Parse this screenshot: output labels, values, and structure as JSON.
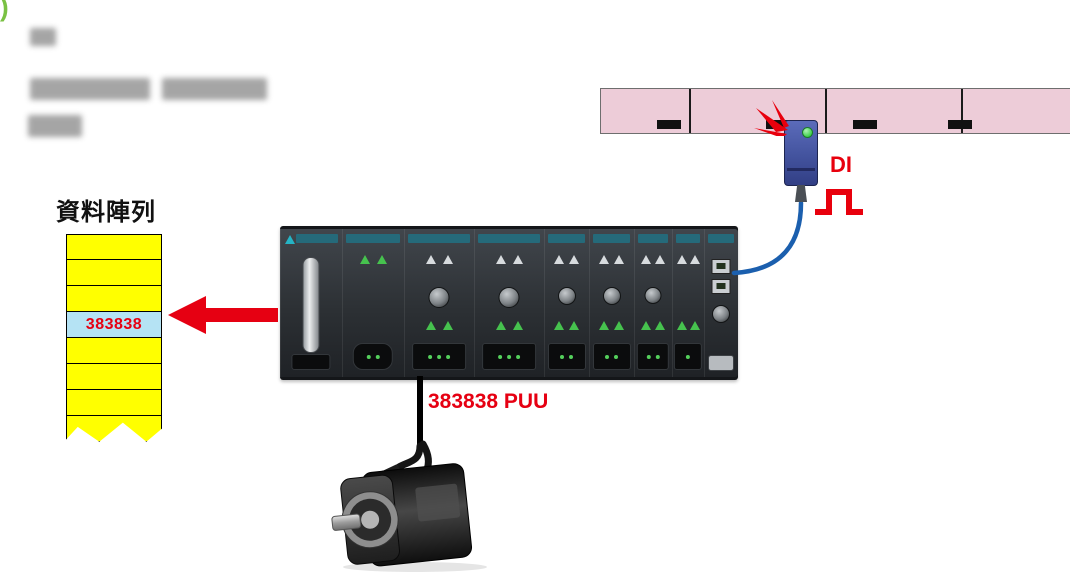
{
  "heading": {
    "green_mark": ")"
  },
  "diagram": {
    "array_title": "資料陣列",
    "array": {
      "rows": [
        "",
        "",
        "",
        "383838",
        "",
        "",
        "",
        ""
      ],
      "highlighted_row_index": 3,
      "cell_color": "#ffff00",
      "highlight_color": "#b5e3f4",
      "value_color": "#e60012"
    },
    "puu_label": "383838 PUU",
    "di_label": "DI",
    "colors": {
      "red": "#e60012",
      "green_heading": "#7ac143",
      "conveyor_pink": "#edccd8",
      "sensor_blue": "#4a5aa8",
      "cable_blue": "#1b5fae",
      "plc_dark": "#2b2f33",
      "array_yellow": "#ffff00",
      "highlight_blue": "#b5e3f4"
    }
  }
}
